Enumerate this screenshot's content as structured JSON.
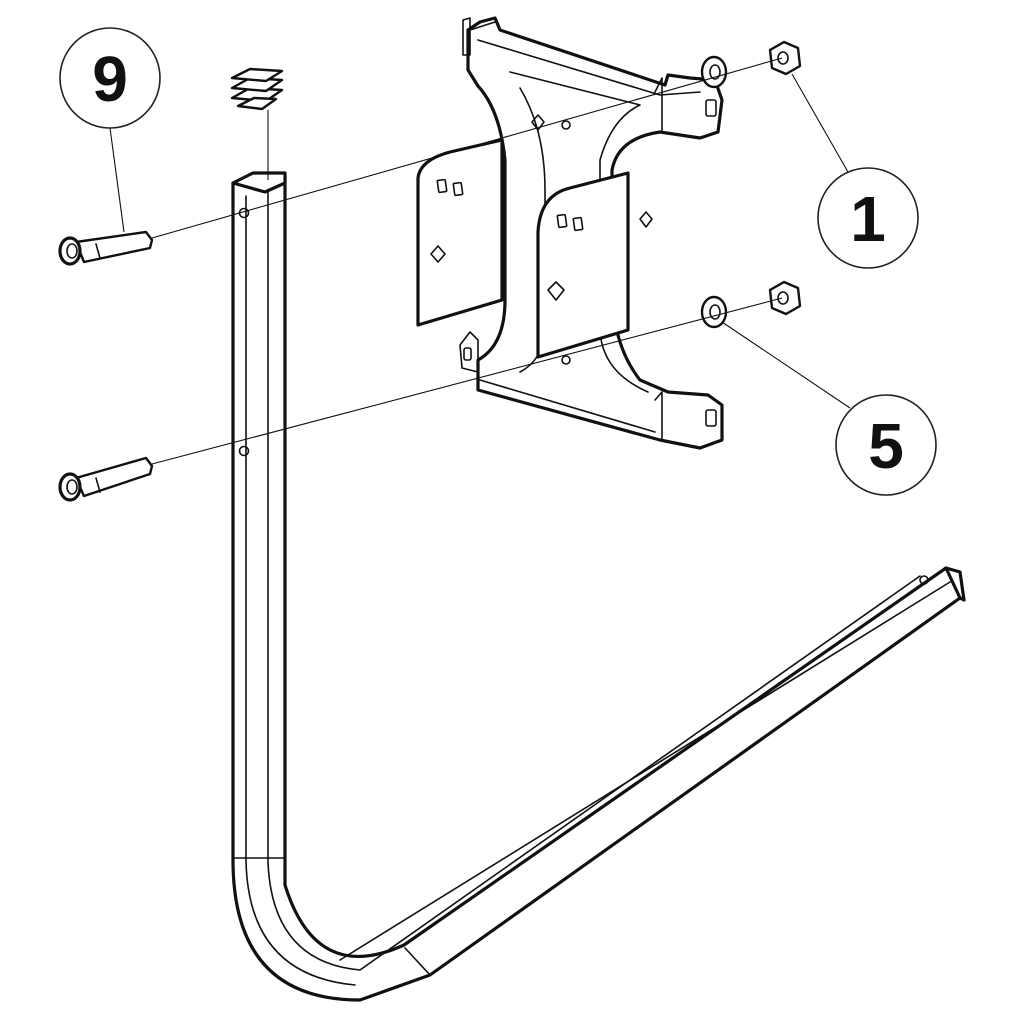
{
  "callouts": [
    {
      "id": "part-9",
      "label": "9"
    },
    {
      "id": "part-1",
      "label": "1"
    },
    {
      "id": "part-5",
      "label": "5"
    }
  ]
}
